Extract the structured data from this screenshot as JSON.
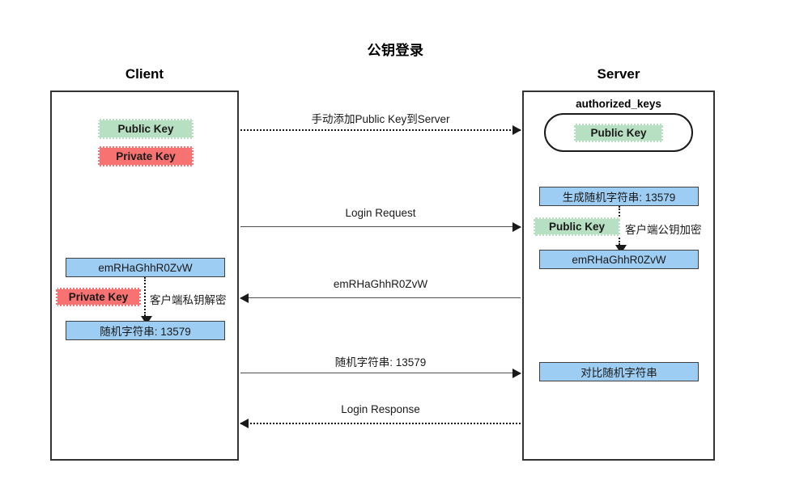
{
  "diagram": {
    "title": "公钥登录",
    "background": "#ffffff"
  },
  "colors": {
    "public_key_fill": "#b7dfc2",
    "private_key_fill": "#f87272",
    "data_box_fill": "#9dcdf3",
    "border": "#333333",
    "arrow": "#1a1a1a"
  },
  "lifelines": [
    {
      "id": "client",
      "header": "Client"
    },
    {
      "id": "server",
      "header": "Server"
    }
  ],
  "client": {
    "public_key": "Public Key",
    "private_key_top": "Private Key",
    "encrypted_payload": "emRHaGhhR0ZvW",
    "private_key_decrypt": "Private Key",
    "decrypt_annotation": "客户端私钥解密",
    "decrypted_value": "随机字符串: 13579"
  },
  "server": {
    "authorized_keys_label": "authorized_keys",
    "authorized_keys_content": "Public Key",
    "generate_nonce": "生成随机字符串: 13579",
    "public_key": "Public Key",
    "encrypt_annotation": "客户端公钥加密",
    "encrypted_payload": "emRHaGhhR0ZvW",
    "compare_nonce": "对比随机字符串"
  },
  "messages": [
    {
      "id": "add-public-key",
      "label": "手动添加Public Key到Server",
      "direction": "right",
      "style": "dotted"
    },
    {
      "id": "login-request",
      "label": "Login Request",
      "direction": "right",
      "style": "solid"
    },
    {
      "id": "encrypted-response",
      "label": "emRHaGhhR0ZvW",
      "direction": "left",
      "style": "solid"
    },
    {
      "id": "nonce-reply",
      "label": "随机字符串: 13579",
      "direction": "right",
      "style": "solid"
    },
    {
      "id": "login-response",
      "label": "Login Response",
      "direction": "left",
      "style": "dotted"
    }
  ]
}
